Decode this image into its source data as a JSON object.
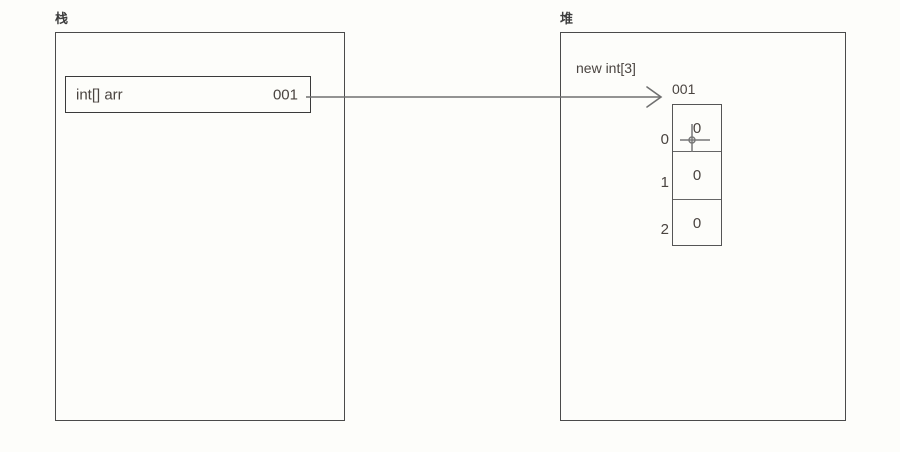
{
  "diagram": {
    "stack": {
      "label": "栈",
      "variable": {
        "type_and_name": "int[] arr",
        "value": "001"
      }
    },
    "heap": {
      "label": "堆",
      "allocation_title": "new int[3]",
      "address": "001",
      "array": {
        "indices": [
          "0",
          "1",
          "2"
        ],
        "values": [
          "0",
          "0",
          "0"
        ]
      }
    },
    "colors": {
      "background": "#fdfdfa",
      "box_border": "#4a4a4a",
      "text": "#4a4440",
      "arrow": "#707070"
    }
  }
}
